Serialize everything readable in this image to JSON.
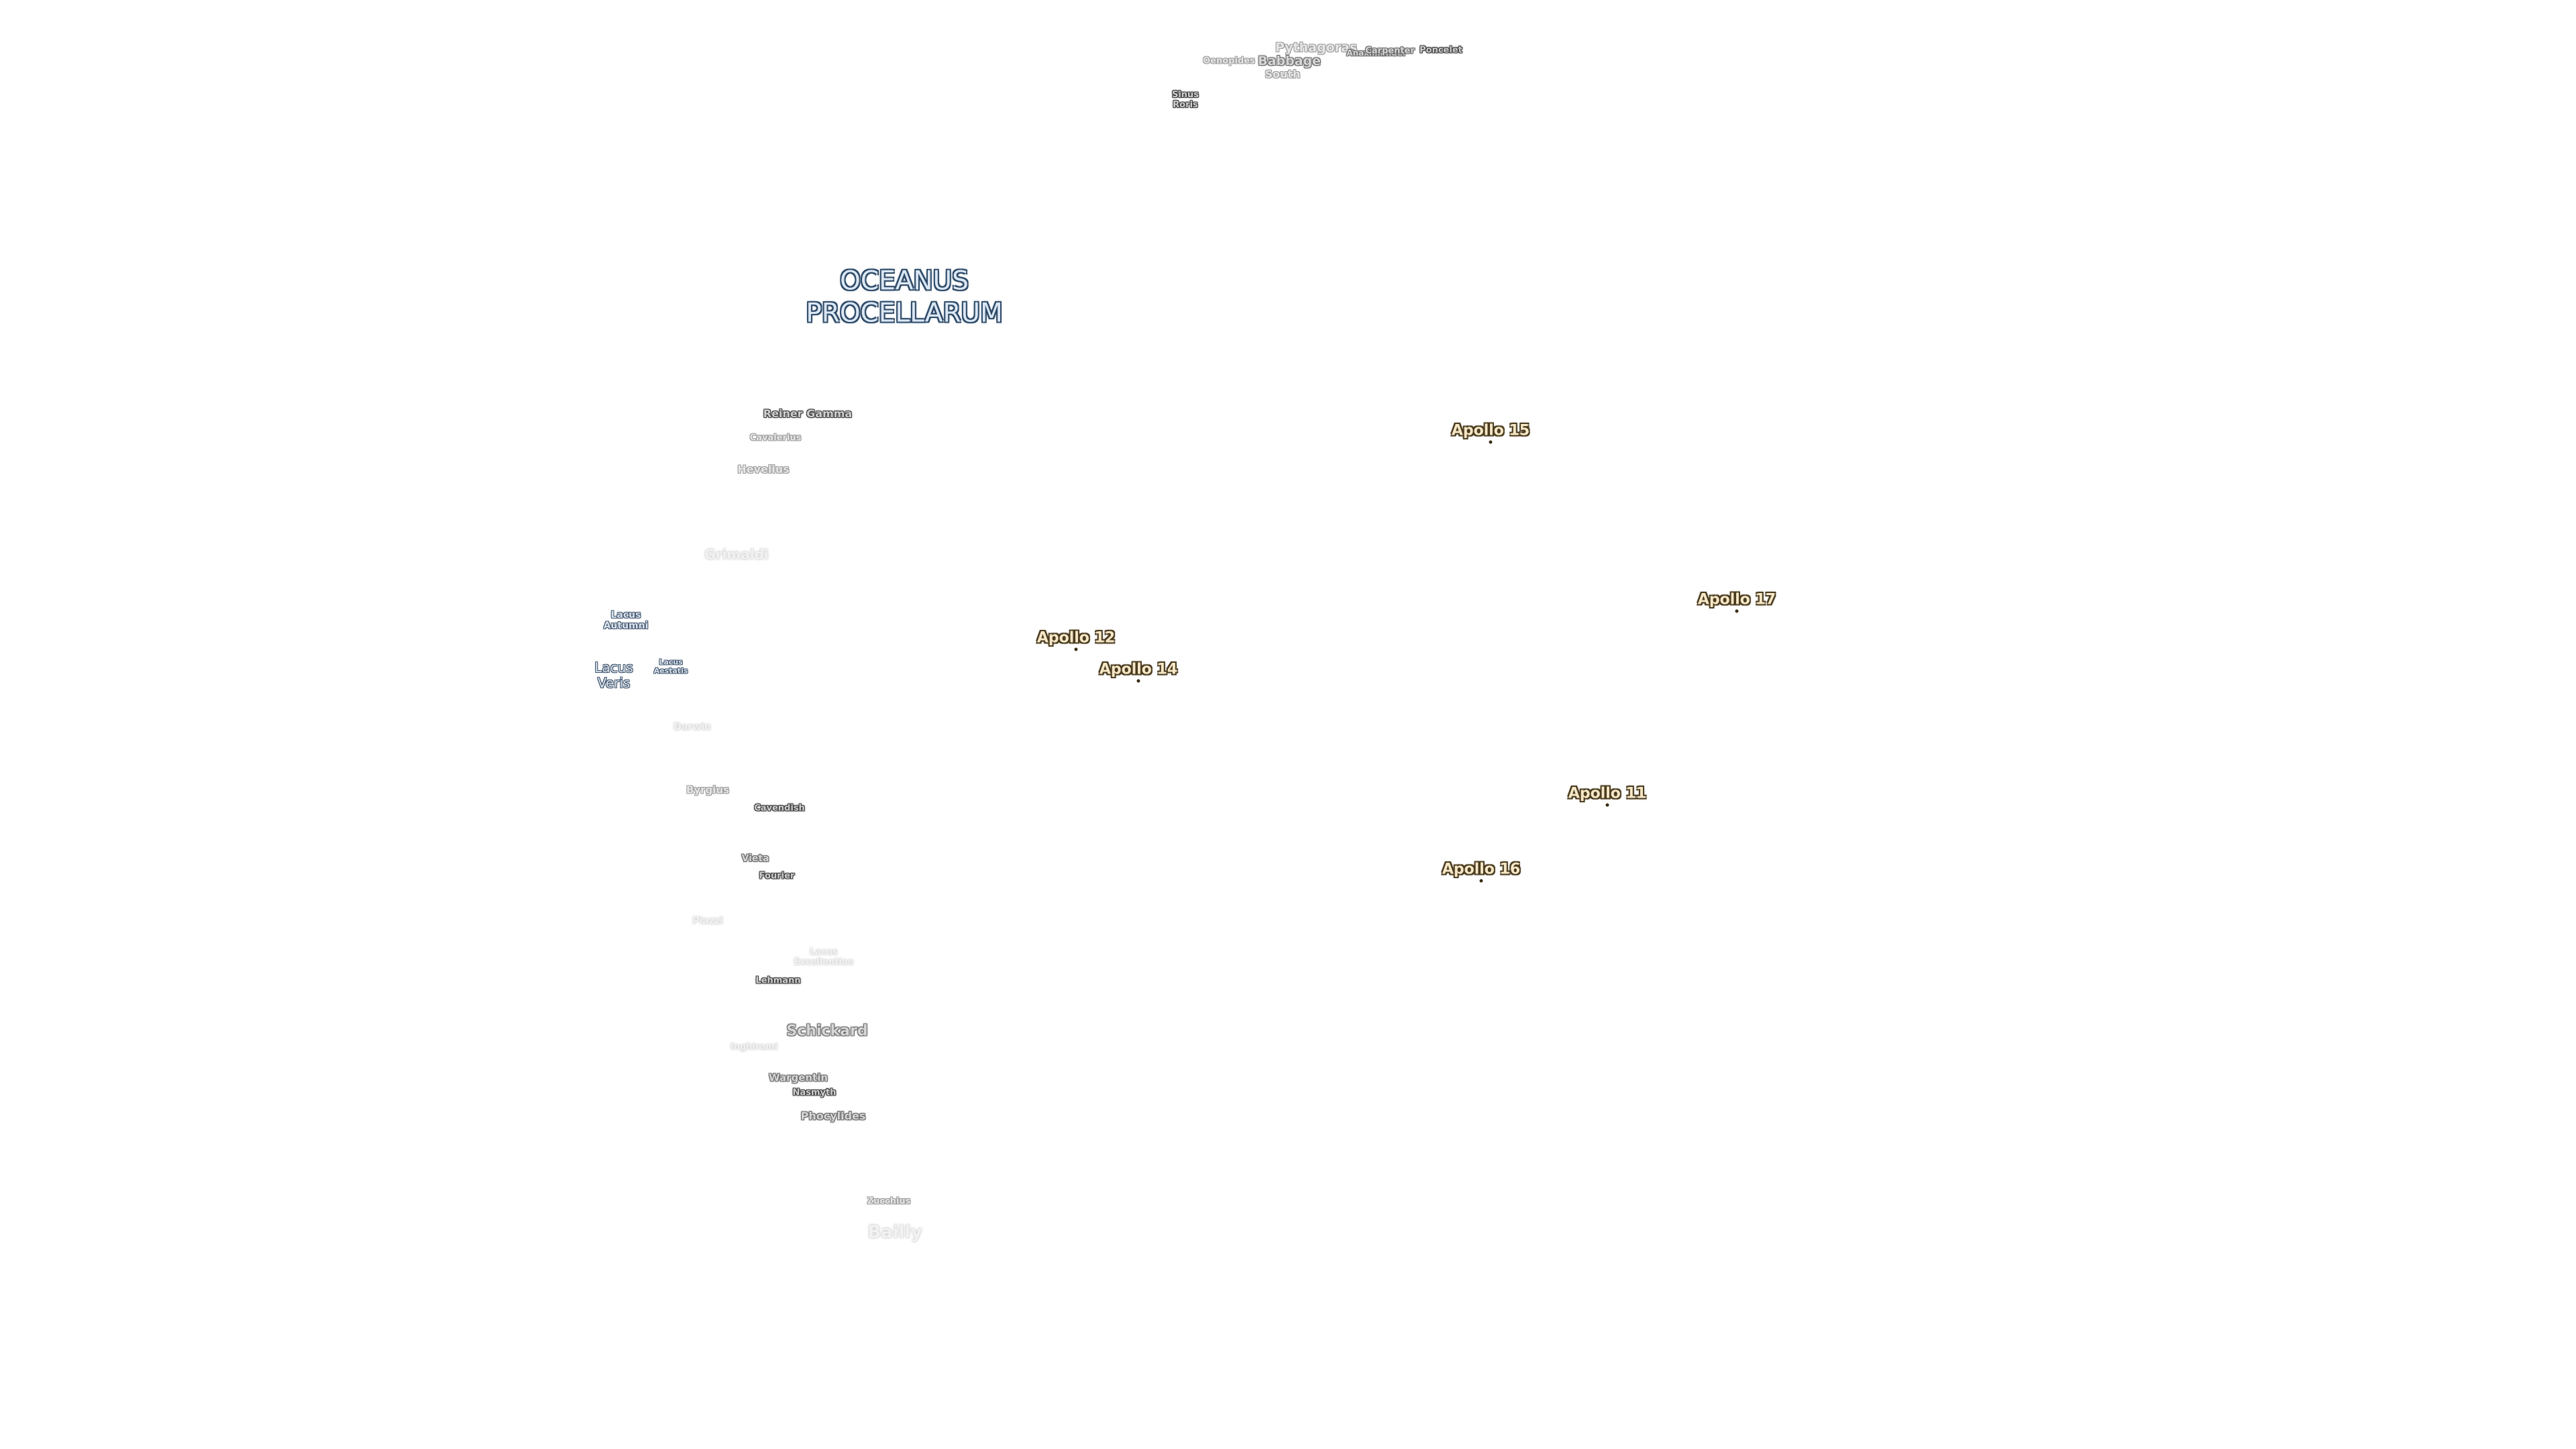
{
  "map": {
    "features": [
      {
        "id": "oenopides",
        "text": "Oenopides"
      },
      {
        "id": "pythagoras",
        "text": "Pythagoras"
      },
      {
        "id": "babbage",
        "text": "Babbage"
      },
      {
        "id": "babbage-south",
        "text": "South"
      },
      {
        "id": "anaximander",
        "text": "Anaximander"
      },
      {
        "id": "carpenter",
        "text": "Carpenter"
      },
      {
        "id": "poncelet",
        "text": "Poncelet"
      },
      {
        "id": "sinus-roris",
        "text": "Sinus\nRoris"
      },
      {
        "id": "reiner-gamma",
        "text": "Reiner Gamma"
      },
      {
        "id": "cavalerius",
        "text": "Cavalerius"
      },
      {
        "id": "hevelius",
        "text": "Hevelius"
      },
      {
        "id": "grimaldi",
        "text": "Grimaldi"
      },
      {
        "id": "lacus-autumni",
        "text": "Lacus\nAutumni"
      },
      {
        "id": "lacus-veris",
        "text": "Lacus\nVeris"
      },
      {
        "id": "lacus-aestatis",
        "text": "Lacus\nAestatis"
      },
      {
        "id": "darwin",
        "text": "Darwin"
      },
      {
        "id": "byrgius",
        "text": "Byrgius"
      },
      {
        "id": "cavendish",
        "text": "Cavendish"
      },
      {
        "id": "vieta",
        "text": "Vieta"
      },
      {
        "id": "fourier",
        "text": "Fourier"
      },
      {
        "id": "piazzi",
        "text": "Piazzi"
      },
      {
        "id": "lacus-excellentiae",
        "text": "Lacus\nExcellentiae"
      },
      {
        "id": "lehmann",
        "text": "Lehmann"
      },
      {
        "id": "schickard",
        "text": "Schickard"
      },
      {
        "id": "inghirami",
        "text": "Inghirami"
      },
      {
        "id": "wargentin",
        "text": "Wargentin"
      },
      {
        "id": "nasmyth",
        "text": "Nasmyth"
      },
      {
        "id": "phocylides",
        "text": "Phocylides"
      },
      {
        "id": "zucchius",
        "text": "Zucchius"
      },
      {
        "id": "bailly",
        "text": "Bailly"
      }
    ],
    "mare": {
      "text": "OCEANUS\nPROCELLARUM"
    },
    "apollo_sites": [
      {
        "id": "apollo-15",
        "text": "Apollo 15"
      },
      {
        "id": "apollo-17",
        "text": "Apollo 17"
      },
      {
        "id": "apollo-12",
        "text": "Apollo 12"
      },
      {
        "id": "apollo-14",
        "text": "Apollo 14"
      },
      {
        "id": "apollo-11",
        "text": "Apollo 11"
      },
      {
        "id": "apollo-16",
        "text": "Apollo 16"
      }
    ],
    "colors": {
      "background": "#ffffff",
      "feature_label": "#d6d6d6",
      "mare_label": "#dbe7f4",
      "apollo_label": "#f6e7c7"
    }
  }
}
